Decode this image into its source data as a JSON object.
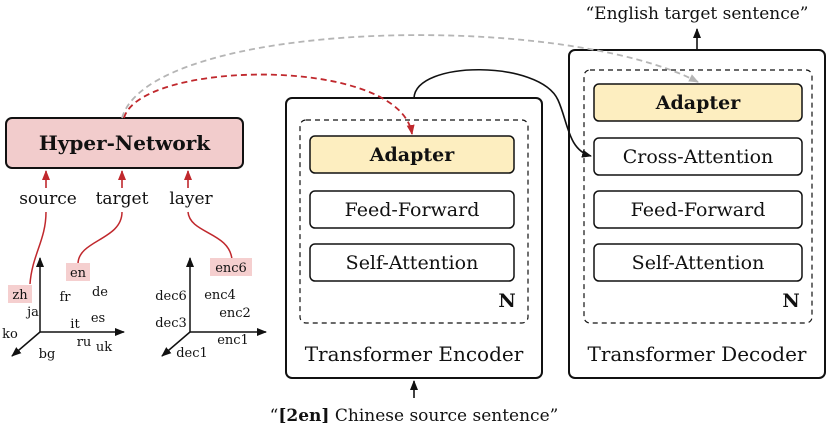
{
  "colors": {
    "hyper_fill": "#f2cccc",
    "adapter_fill": "#fdeec0",
    "highlight_red": "#c0282d",
    "grey_arrow": "#b5b5b5",
    "tag_fill": "#f5cfcf"
  },
  "hyper_network": {
    "title": "Hyper-Network",
    "inputs": [
      "source",
      "target",
      "layer"
    ]
  },
  "embedding_spaces": {
    "languages": [
      "zh",
      "ja",
      "fr",
      "de",
      "ko",
      "it",
      "es",
      "ru",
      "bg",
      "uk",
      "en"
    ],
    "layers": [
      "enc6",
      "dec6",
      "enc4",
      "dec3",
      "enc2",
      "dec1",
      "enc1"
    ],
    "highlighted": {
      "source": "zh",
      "target": "en",
      "layer": "enc6"
    }
  },
  "encoder": {
    "title": "Transformer Encoder",
    "adapter": "Adapter",
    "ffn": "Feed-Forward",
    "self_attn": "Self-Attention",
    "n_label": "N",
    "input_text": {
      "open_quote": "“",
      "tag": "[2en]",
      "sentence": "Chinese source sentence”"
    }
  },
  "decoder": {
    "title": "Transformer Decoder",
    "adapter": "Adapter",
    "cross_attn": "Cross-Attention",
    "ffn": "Feed-Forward",
    "self_attn": "Self-Attention",
    "n_label": "N",
    "output_text": "“English target sentence”"
  }
}
